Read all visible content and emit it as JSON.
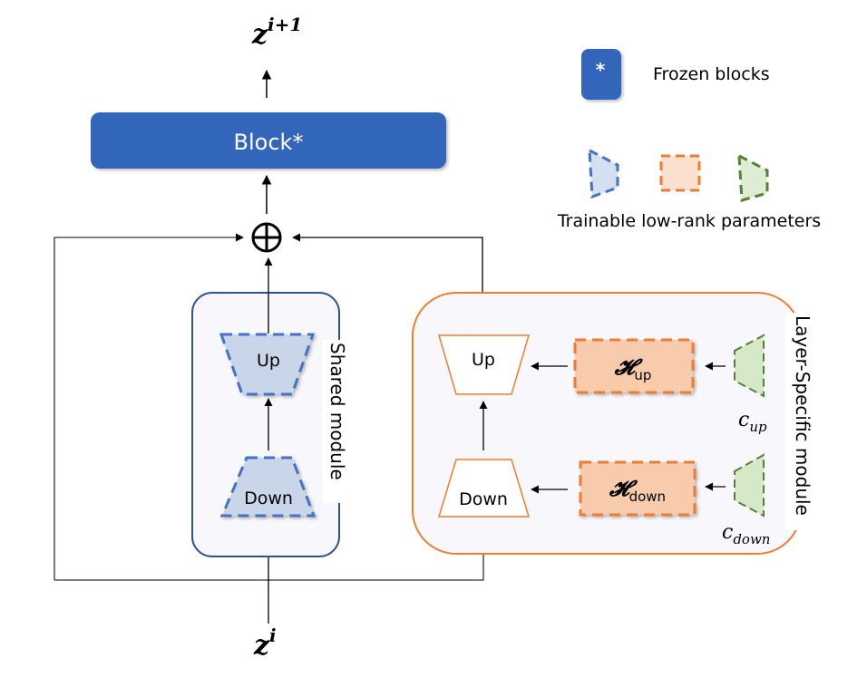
{
  "diagram": {
    "output_label": {
      "base": "z",
      "sup": "i+1"
    },
    "input_label": {
      "base": "z",
      "sup": "i"
    },
    "frozen_block": {
      "label": "Block*"
    },
    "sum_symbol": "⊕",
    "shared_module": {
      "title": "Shared module",
      "up_label": "Up",
      "down_label": "Down"
    },
    "layer_specific_module": {
      "title": "Layer-Specific module",
      "up_label": "Up",
      "down_label": "Down",
      "h_up": {
        "base": "𝓗",
        "sub": "up"
      },
      "h_down": {
        "base": "𝓗",
        "sub": "down"
      },
      "c_up": {
        "base": "c",
        "sub": "up"
      },
      "c_down": {
        "base": "c",
        "sub": "down"
      }
    },
    "legend": {
      "frozen_marker": "*",
      "frozen_label": "Frozen blocks",
      "trainable_label": "Trainable low-rank parameters"
    },
    "colors": {
      "frozen_blue": "#3366bb",
      "shared_border": "#2f5597",
      "shared_fill": "#dae3f3",
      "dash_blue": "#4472c4",
      "orange": "#ed7d31",
      "orange_fill": "#fbe5d6",
      "green": "#548235",
      "green_fill": "#e2f0d9",
      "module_bg": "#f8f8fc"
    }
  }
}
